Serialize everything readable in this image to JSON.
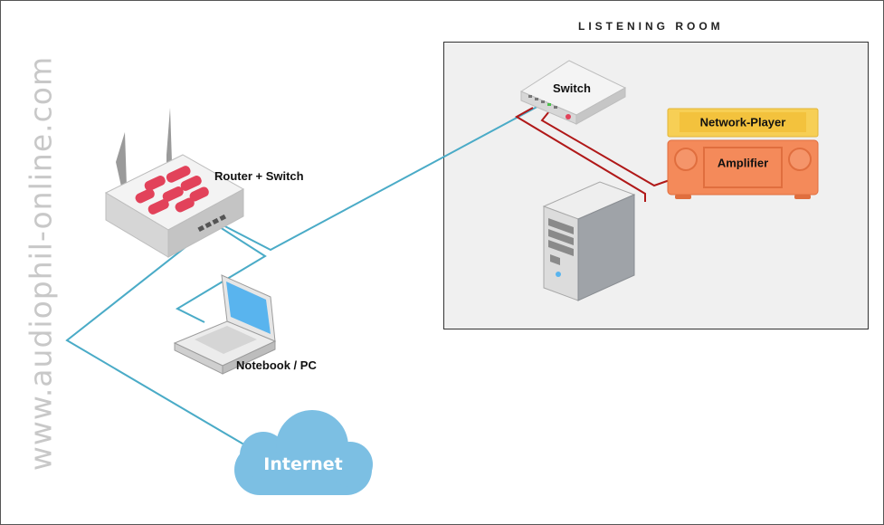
{
  "watermark": "www.audiophil-online.com",
  "room": {
    "title": "LISTENING ROOM"
  },
  "devices": {
    "router": "Router + Switch",
    "switch": "Switch",
    "network_player": "Network-Player",
    "amplifier": "Amplifier",
    "notebook": "Notebook / PC",
    "internet": "Internet"
  },
  "colors": {
    "cable_network": "#4aabc7",
    "cable_red": "#b01818",
    "amplifier": "#f48a5a",
    "network_player": "#f7cf55",
    "cloud": "#7cbfe3",
    "router_logo": "#e2425a"
  }
}
